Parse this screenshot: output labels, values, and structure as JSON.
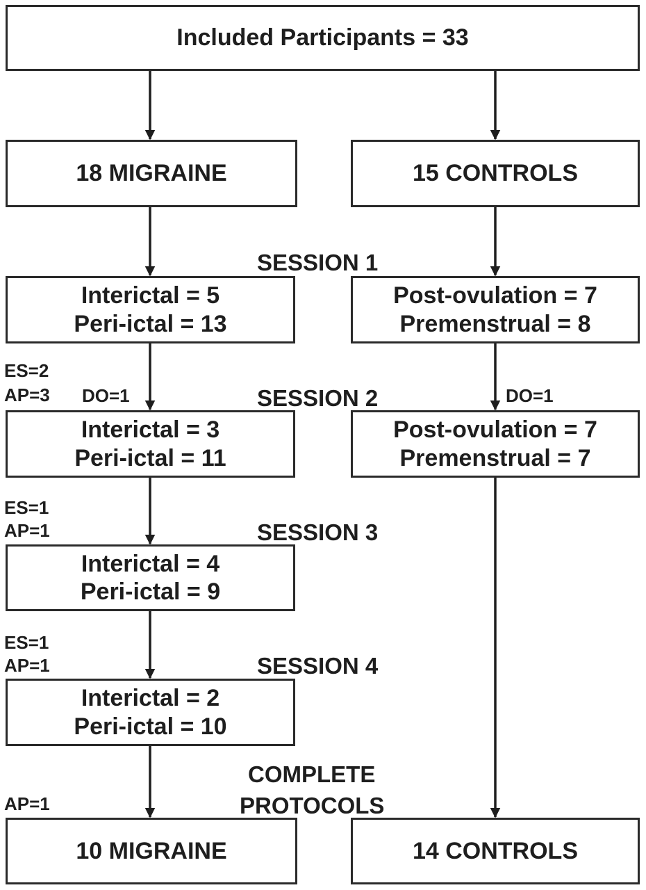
{
  "top": {
    "label": "Included Participants = 33"
  },
  "groups": {
    "migraine": {
      "label": "18 MIGRAINE"
    },
    "controls": {
      "label": "15 CONTROLS"
    }
  },
  "sessions": [
    {
      "label": "SESSION 1"
    },
    {
      "label": "SESSION 2"
    },
    {
      "label": "SESSION 3"
    },
    {
      "label": "SESSION 4"
    }
  ],
  "complete": {
    "line1": "COMPLETE",
    "line2": "PROTOCOLS"
  },
  "migraine_boxes": [
    {
      "line1": "Interictal = 5",
      "line2": "Peri-ictal = 13"
    },
    {
      "line1": "Interictal = 3",
      "line2": "Peri-ictal = 11"
    },
    {
      "line1": "Interictal = 4",
      "line2": "Peri-ictal = 9"
    },
    {
      "line1": "Interictal = 2",
      "line2": "Peri-ictal = 10"
    }
  ],
  "control_boxes": [
    {
      "line1": "Post-ovulation = 7",
      "line2": "Premenstrual = 8"
    },
    {
      "line1": "Post-ovulation = 7",
      "line2": "Premenstrual = 7"
    }
  ],
  "dropouts": {
    "migraine_s2": {
      "es": "ES=2",
      "ap": "AP=3",
      "do": "DO=1"
    },
    "control_s2": {
      "do": "DO=1"
    },
    "migraine_s3": {
      "es": "ES=1",
      "ap": "AP=1"
    },
    "migraine_s4": {
      "es": "ES=1",
      "ap": "AP=1"
    },
    "migraine_final": {
      "ap": "AP=1"
    }
  },
  "final": {
    "migraine": {
      "label": "10 MIGRAINE"
    },
    "controls": {
      "label": "14 CONTROLS"
    }
  }
}
